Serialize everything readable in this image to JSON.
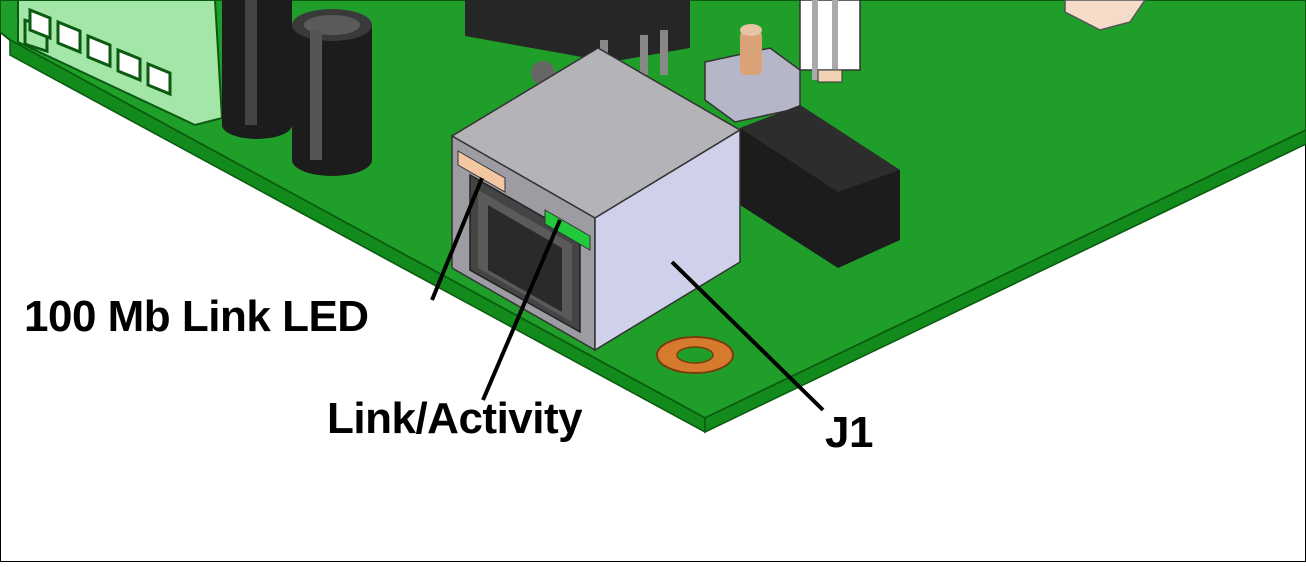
{
  "colors": {
    "board_top": "#1f9e2a",
    "board_edge": "#138a1c",
    "board_outline": "#0a5a10",
    "connector_top": "#b3b3b8",
    "connector_front": "#9c9ca2",
    "connector_side": "#cfd0ea",
    "led_amber": "#f3c7a2",
    "led_green": "#22c93a",
    "pad_copper": "#d67a2e",
    "component_dark": "#1a1a1a",
    "terminal_green": "#a3e6a8"
  },
  "labels": {
    "led_100mb": "100 Mb Link LED",
    "link_activity": "Link/Activity",
    "connector": "J1"
  }
}
